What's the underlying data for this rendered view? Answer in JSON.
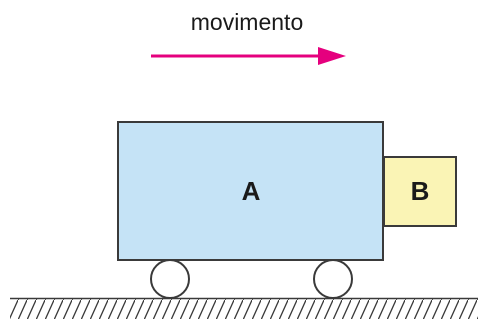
{
  "motion": {
    "label": "movimento",
    "arrow_color": "#e5007e"
  },
  "cart": {
    "label": "A",
    "fill": "#c5e3f6"
  },
  "block": {
    "label": "B",
    "fill": "#faf4b5"
  },
  "colors": {
    "stroke": "#3a3a3a"
  }
}
